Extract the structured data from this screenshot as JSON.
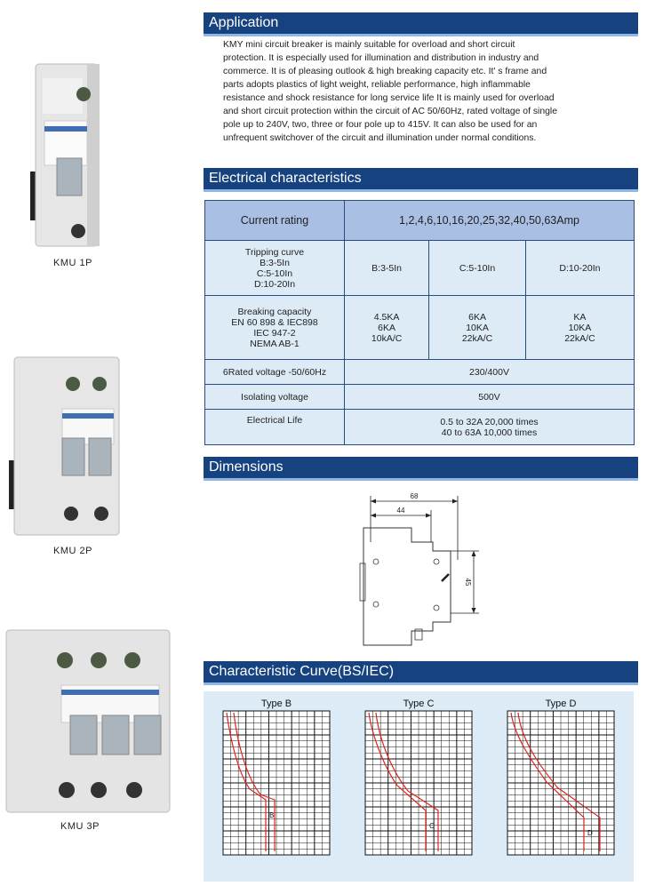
{
  "products": [
    {
      "label": "KMU  1P"
    },
    {
      "label": "KMU  2P"
    },
    {
      "label": "KMU  3P"
    }
  ],
  "application": {
    "title": "Application",
    "lines": [
      "KMY mini circuit breaker is mainly suitable for overload and short circuit",
      "protection. It is especially used for illumination and distribution in industry and",
      "commerce. It is of pleasing outlook & high breaking capacity etc. It' s frame and",
      "parts adopts plastics of light weight, reliable performance, high inflammable",
      "resistance and shock resistance for long service life It is mainly used for overload",
      "and short circuit protection within the circuit of AC 50/60Hz, rated voltage of single",
      "pole up to 240V, two, three or four pole up to 415V. It can also be used for an",
      "unfrequent switchover of the circuit and illumination under normal conditions."
    ]
  },
  "electrical": {
    "title": "Electrical characteristics",
    "current_rating_label": "Current rating",
    "current_rating_value": "1,2,4,6,10,16,20,25,32,40,50,63Amp",
    "tripping_label_lines": [
      "Tripping curve",
      "B:3-5In",
      "C:5-10In",
      "D:10-20In"
    ],
    "tripping_values": [
      "B:3-5In",
      "C:5-10In",
      "D:10-20In"
    ],
    "breaking_label_lines": [
      "Breaking capacity",
      "EN 60 898 & IEC898",
      "IEC 947-2",
      "NEMA AB-1"
    ],
    "breaking_values": [
      [
        "4.5KA",
        "6KA",
        "10kA/C"
      ],
      [
        "6KA",
        "10KA",
        "22kA/C"
      ],
      [
        "KA",
        "10KA",
        "22kA/C"
      ]
    ],
    "rated_voltage_label": "6Rated voltage -50/60Hz",
    "rated_voltage_value": "230/400V",
    "isolating_label": "Isolating voltage",
    "isolating_value": "500V",
    "life_label": "Electrical Life",
    "life_lines": [
      "0.5 to 32A 20,000 times",
      "40 to 63A 10,000 times"
    ]
  },
  "dimensions": {
    "title": "Dimensions",
    "dim_68": "68",
    "dim_44": "44",
    "dim_45": "45"
  },
  "curves": {
    "title": "Characteristic Curve(BS/IEC)",
    "charts": [
      {
        "title": "Type B",
        "marker": "B"
      },
      {
        "title": "Type C",
        "marker": "C"
      },
      {
        "title": "Type D",
        "marker": "D"
      }
    ]
  },
  "colors": {
    "header_bg": "#16427f",
    "table_head": "#a9bfe4",
    "table_cell": "#ddebf7",
    "curve_red": "#e0241b"
  }
}
